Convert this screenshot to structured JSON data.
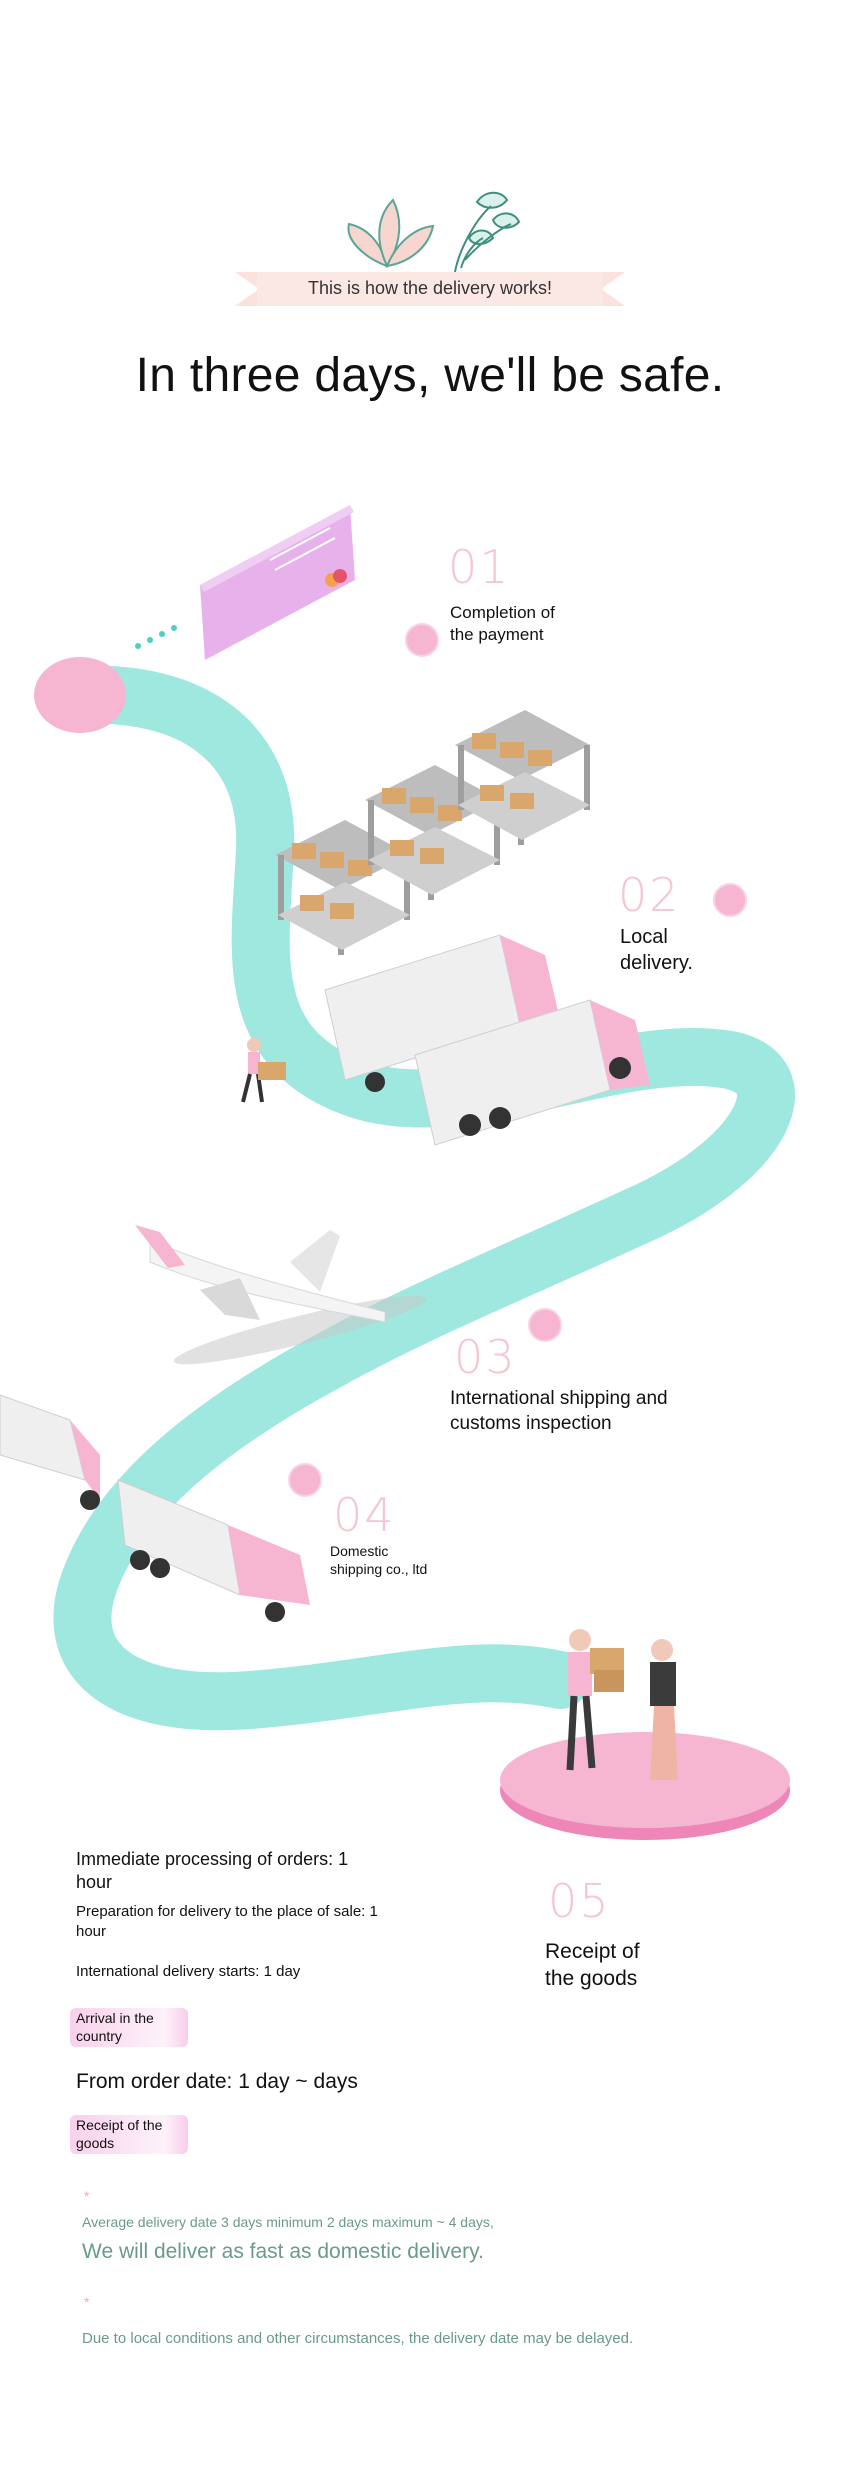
{
  "intro": {
    "banner": "This is how the delivery works!",
    "headline": "In three days, we'll be safe."
  },
  "steps": [
    {
      "number": "01",
      "label": "Completion of the payment"
    },
    {
      "number": "02",
      "label": "Local delivery."
    },
    {
      "number": "03",
      "label": "International shipping and customs inspection"
    },
    {
      "number": "04",
      "label": "Domestic shipping co., ltd"
    },
    {
      "number": "05",
      "label": "Receipt of the goods"
    }
  ],
  "summary": {
    "line1": "Immediate processing of orders: 1 hour",
    "line2": "Preparation for delivery to the place of sale: 1 hour",
    "line3": "International delivery starts: 1 day",
    "pill1": "Arrival in the country",
    "line4": "From order date: 1 day ~ days",
    "pill2": "Receipt of the goods"
  },
  "notes": {
    "star": "*",
    "note1_small": "Average delivery date 3 days minimum 2 days maximum ~ 4 days,",
    "note1_big": "We will deliver as fast as domestic delivery.",
    "note2": "Due to local conditions and other circumstances, the delivery date may be delayed."
  },
  "colors": {
    "road": "#9ee8df",
    "pink": "#f6b6d2",
    "step_number": "#f4c7cf",
    "note_text": "#6a9a8c"
  }
}
